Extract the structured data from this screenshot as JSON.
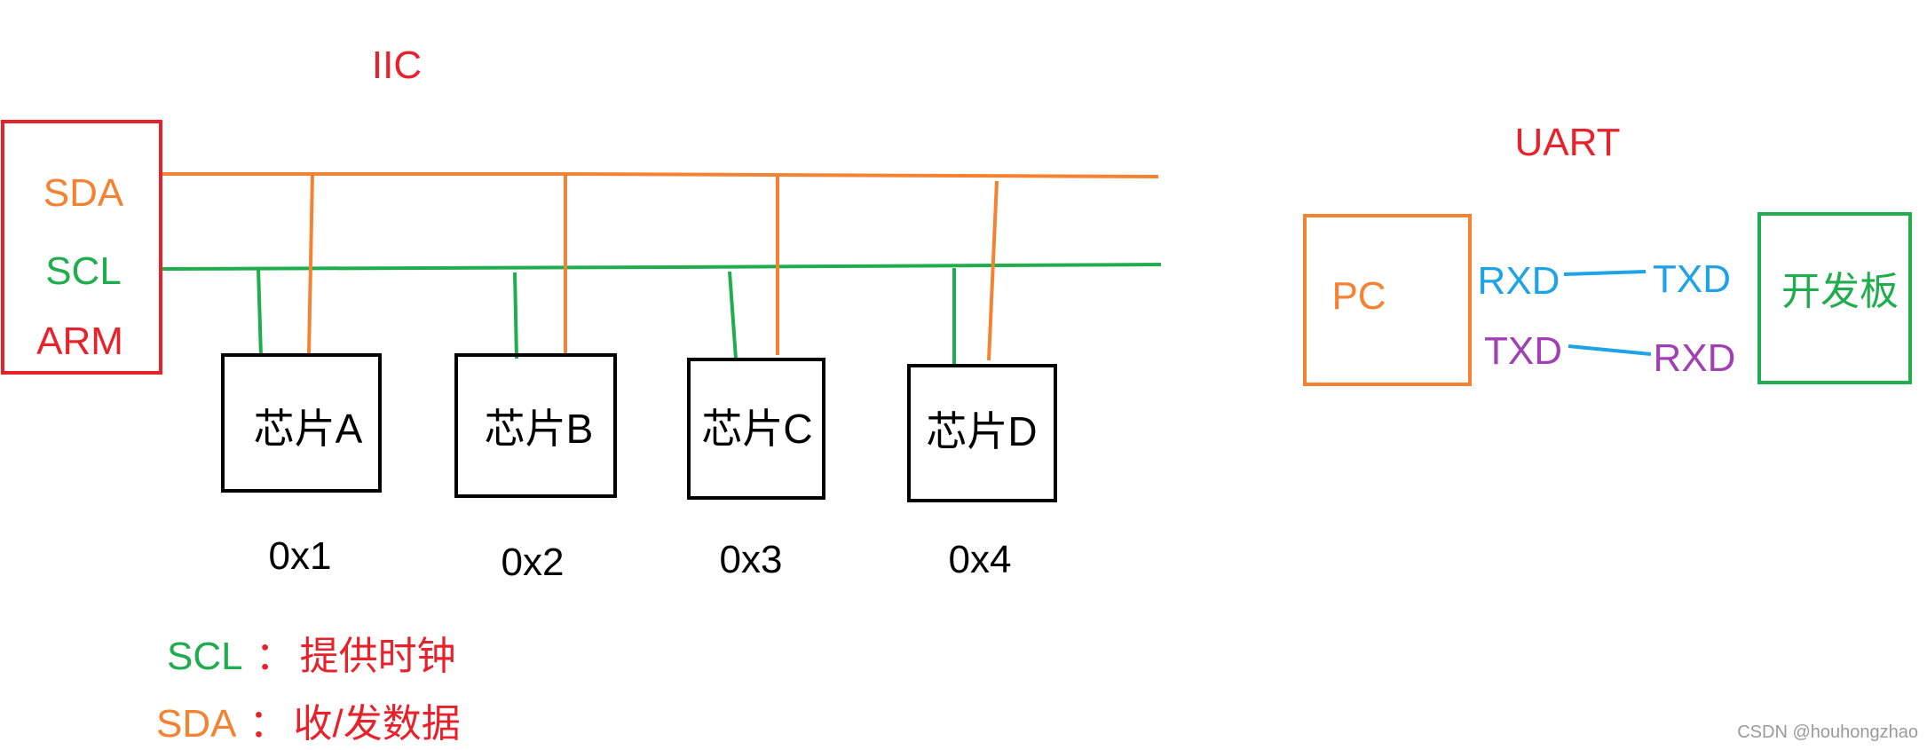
{
  "colors": {
    "red": "#e8222a",
    "orange": "#f58231",
    "green": "#1fad4e",
    "blue": "#1ea3e6",
    "purple": "#a13fb5",
    "black": "#000000"
  },
  "iic": {
    "title": "IIC",
    "master": {
      "sda": "SDA",
      "scl": "SCL",
      "name": "ARM"
    },
    "chips": [
      {
        "name": "芯片A",
        "address": "0x1"
      },
      {
        "name": "芯片B",
        "address": "0x2"
      },
      {
        "name": "芯片C",
        "address": "0x3"
      },
      {
        "name": "芯片D",
        "address": "0x4"
      }
    ],
    "notes": [
      {
        "key": "SCL",
        "sep": "：",
        "desc": "提供时钟"
      },
      {
        "key": "SDA",
        "sep": "：",
        "desc": "收/发数据"
      }
    ]
  },
  "uart": {
    "title": "UART",
    "pc": "PC",
    "board": "开发板",
    "pc_rx": "RXD",
    "pc_tx": "TXD",
    "board_tx": "TXD",
    "board_rx": "RXD"
  },
  "watermark": "CSDN @houhongzhao"
}
